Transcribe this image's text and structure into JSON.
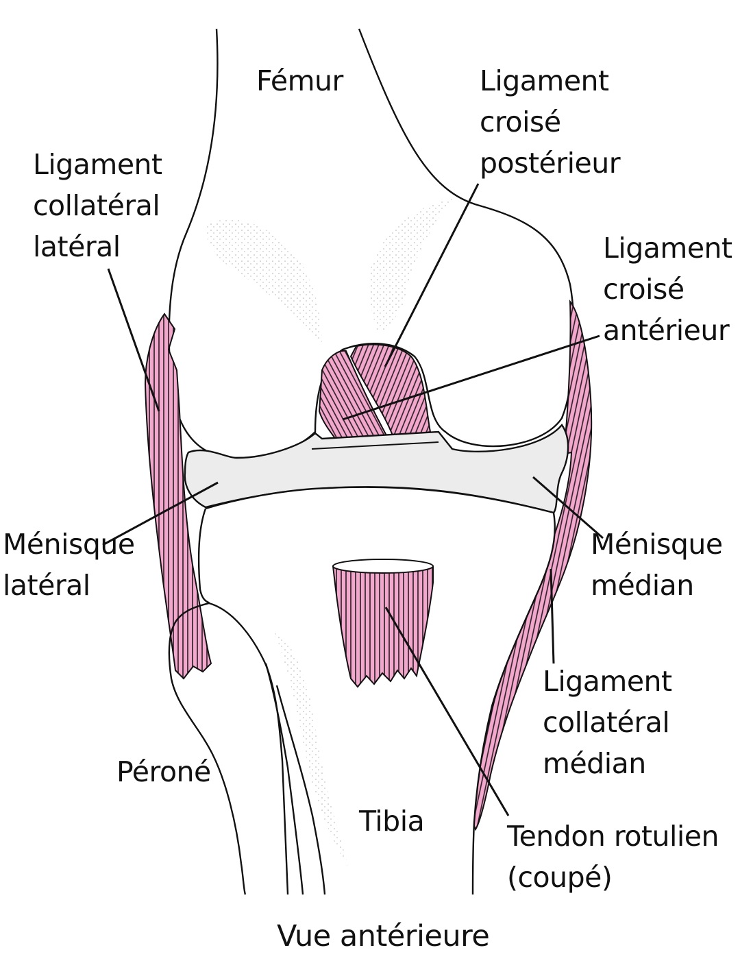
{
  "colors": {
    "outline": "#111111",
    "ligament": "#f2a8cc",
    "ligament_stripe": "#2a1a22",
    "meniscus": "#ececec",
    "bone": "#ffffff",
    "stipple": "#9a9a9a"
  },
  "labels": {
    "femur": "Fémur",
    "pcl": [
      "Ligament",
      "croisé",
      "postérieur"
    ],
    "lcl": [
      "Ligament",
      "collatéral",
      "latéral"
    ],
    "acl": [
      "Ligament",
      "croisé",
      "antérieur"
    ],
    "lateral_meniscus": [
      "Ménisque",
      "latéral"
    ],
    "medial_meniscus": [
      "Ménisque",
      "médian"
    ],
    "mcl": [
      "Ligament",
      "collatéral",
      "médian"
    ],
    "fibula": "Péroné",
    "tibia": "Tibia",
    "patellar_tendon": [
      "Tendon rotulien",
      "(coupé)"
    ],
    "view": "Vue antérieure"
  }
}
